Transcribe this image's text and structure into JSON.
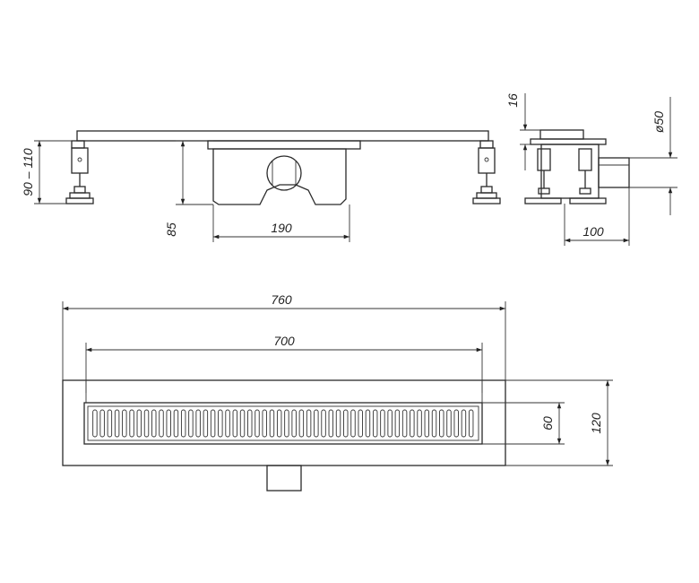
{
  "dimensions": {
    "width_total": "760",
    "width_grate": "700",
    "height_adjust": "90 – 110",
    "height_body": "85",
    "width_body": "190",
    "flange": "16",
    "outlet_diameter": "ø50",
    "depth_side": "100",
    "grate_depth": "60",
    "depth_total": "120"
  },
  "colors": {
    "line": "#2a2a2a",
    "background": "#ffffff"
  },
  "grate_slot_count": 52
}
